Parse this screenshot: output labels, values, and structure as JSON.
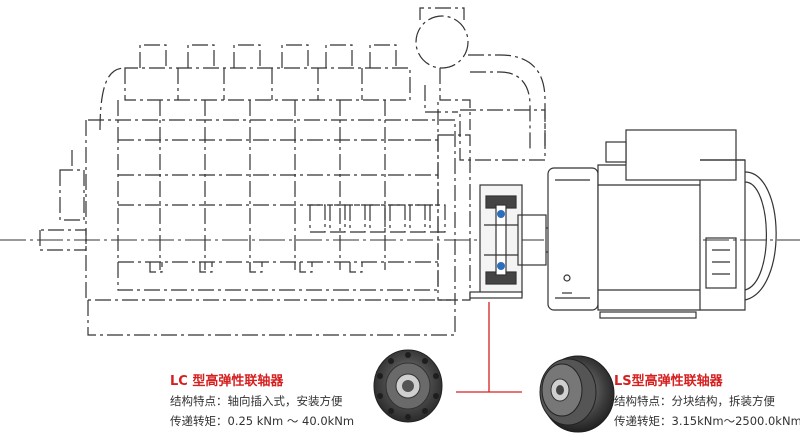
{
  "colors": {
    "line": "#333333",
    "accent": "#d62020",
    "coupling_blue": "#2a6ebd"
  },
  "lc": {
    "title": "LC 型高弹性联轴器",
    "feature": "结构特点：轴向插入式，安装方便",
    "torque": "传递转矩：0.25 kNm ～ 40.0kNm"
  },
  "ls": {
    "title": "LS型高弹性联轴器",
    "feature": "结构特点：分块结构，拆装方便",
    "torque": "传递转矩：3.15kNm～2500.0kNm"
  }
}
